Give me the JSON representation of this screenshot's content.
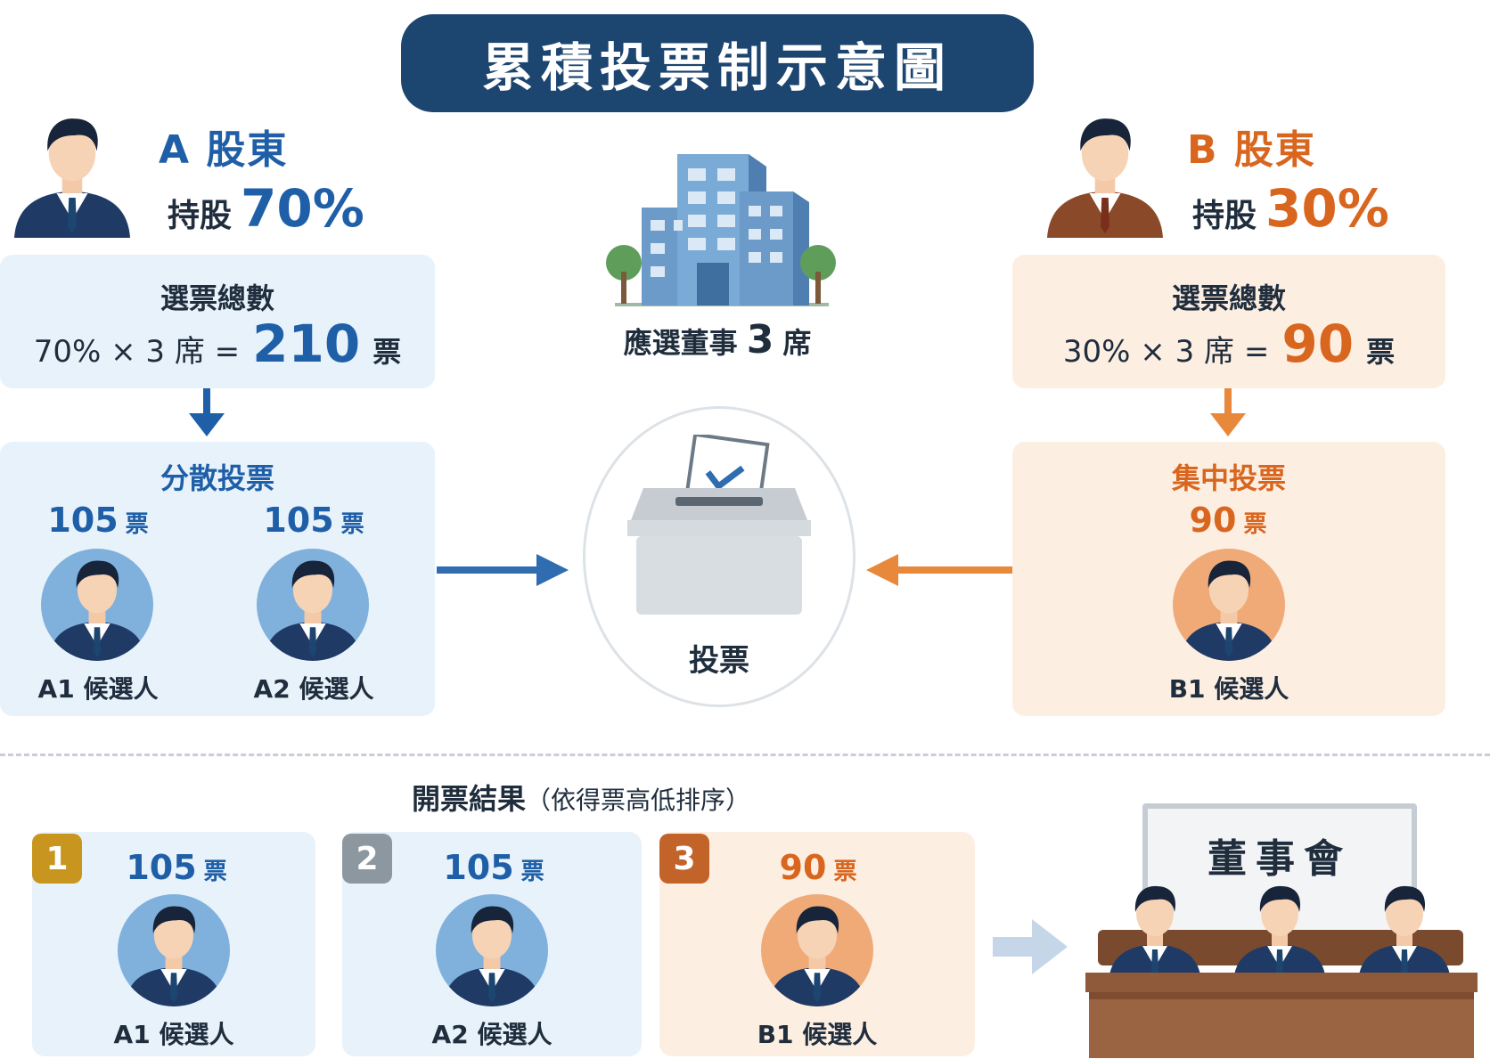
{
  "title": "累積投票制示意圖",
  "center": {
    "seats_label": "應選董事",
    "seats_number": "3",
    "seats_unit": "席",
    "ballot_label": "投票"
  },
  "shareholder_a": {
    "name": "A 股東",
    "holding_label": "持股",
    "holding_pct": "70%",
    "total_votes_title": "選票總數",
    "formula": "70% × 3 席 =",
    "total_votes": "210",
    "votes_unit": "票",
    "strategy": "分散投票",
    "candidates": [
      {
        "votes": "105",
        "unit": "票",
        "label": "A1 候選人"
      },
      {
        "votes": "105",
        "unit": "票",
        "label": "A2 候選人"
      }
    ]
  },
  "shareholder_b": {
    "name": "B 股東",
    "holding_label": "持股",
    "holding_pct": "30%",
    "total_votes_title": "選票總數",
    "formula": "30% × 3 席 =",
    "total_votes": "90",
    "votes_unit": "票",
    "strategy": "集中投票",
    "candidates": [
      {
        "votes": "90",
        "unit": "票",
        "label": "B1 候選人"
      }
    ]
  },
  "results": {
    "title": "開票結果",
    "subtitle": "（依得票高低排序）",
    "items": [
      {
        "rank": "1",
        "votes": "105",
        "unit": "票",
        "label": "A1 候選人"
      },
      {
        "rank": "2",
        "votes": "105",
        "unit": "票",
        "label": "A2 候選人"
      },
      {
        "rank": "3",
        "votes": "90",
        "unit": "票",
        "label": "B1 候選人"
      }
    ]
  },
  "board": {
    "title": "董事會"
  },
  "colors": {
    "navy": "#1c4570",
    "blue": "#1e5fa8",
    "orange": "#d9661f",
    "panel_blue": "#e8f2fb",
    "panel_orange": "#fdeee2",
    "rank1": "#c8961f",
    "rank2": "#8d979f",
    "rank3": "#c2632a"
  }
}
